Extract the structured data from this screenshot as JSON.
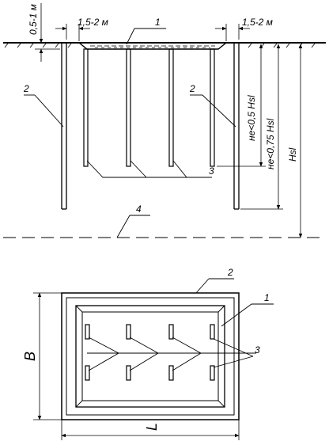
{
  "section_view": {
    "depth_label": "0,5-1 м",
    "offset_left_label": "1,5-2 м",
    "offset_right_label": "1,5-2 м",
    "label_1": "1",
    "label_2_left": "2",
    "label_2_right": "2",
    "label_3": "3",
    "label_4": "4",
    "dim_inner": "не<0,5 Hsl",
    "dim_middle": "не<0,75 Hsl",
    "dim_outer": "Hsl"
  },
  "plan_view": {
    "label_1": "1",
    "label_2": "2",
    "label_3": "3",
    "width_label": "B",
    "length_label": "L"
  }
}
